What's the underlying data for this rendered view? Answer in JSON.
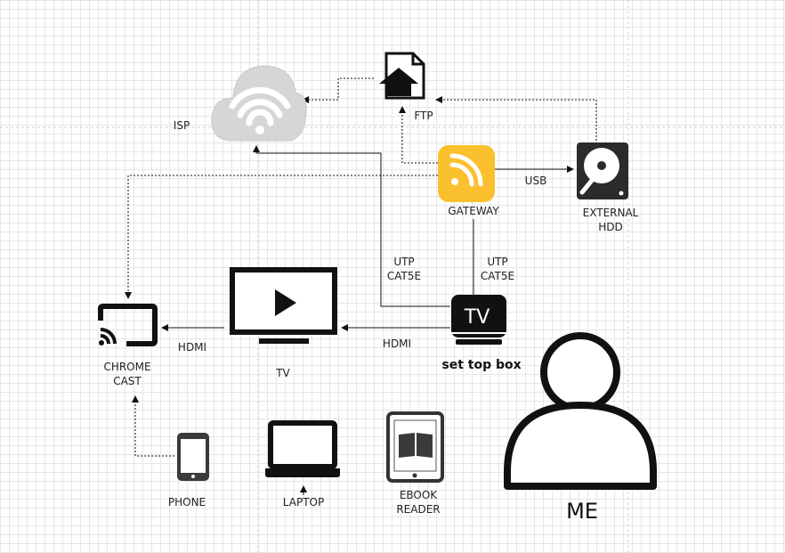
{
  "nodes": {
    "isp": {
      "label": "ISP"
    },
    "ftp": {
      "label": "FTP"
    },
    "gateway": {
      "label": "GATEWAY"
    },
    "hdd": {
      "label_line1": "EXTERNAL",
      "label_line2": "HDD"
    },
    "stb": {
      "screen_text": "TV",
      "label": "set top box"
    },
    "tv": {
      "label": "TV"
    },
    "chromecast": {
      "label_line1": "CHROME",
      "label_line2": "CAST"
    },
    "phone": {
      "label": "PHONE"
    },
    "laptop": {
      "label": "LAPTOP"
    },
    "ebook": {
      "label_line1": "EBOOK",
      "label_line2": "READER"
    },
    "me": {
      "label": "ME"
    }
  },
  "edges": {
    "gateway_hdd": {
      "label": "USB"
    },
    "stb_isp": {
      "label_line1": "UTP",
      "label_line2": "CAT5E"
    },
    "gateway_stb": {
      "label_line1": "UTP",
      "label_line2": "CAT5E"
    },
    "stb_tv": {
      "label": "HDMI"
    },
    "tv_chromecast": {
      "label": "HDMI"
    }
  },
  "colors": {
    "gateway_bg": "#fbc02d",
    "cloud": "#d6d6d6",
    "stroke": "#111111"
  }
}
